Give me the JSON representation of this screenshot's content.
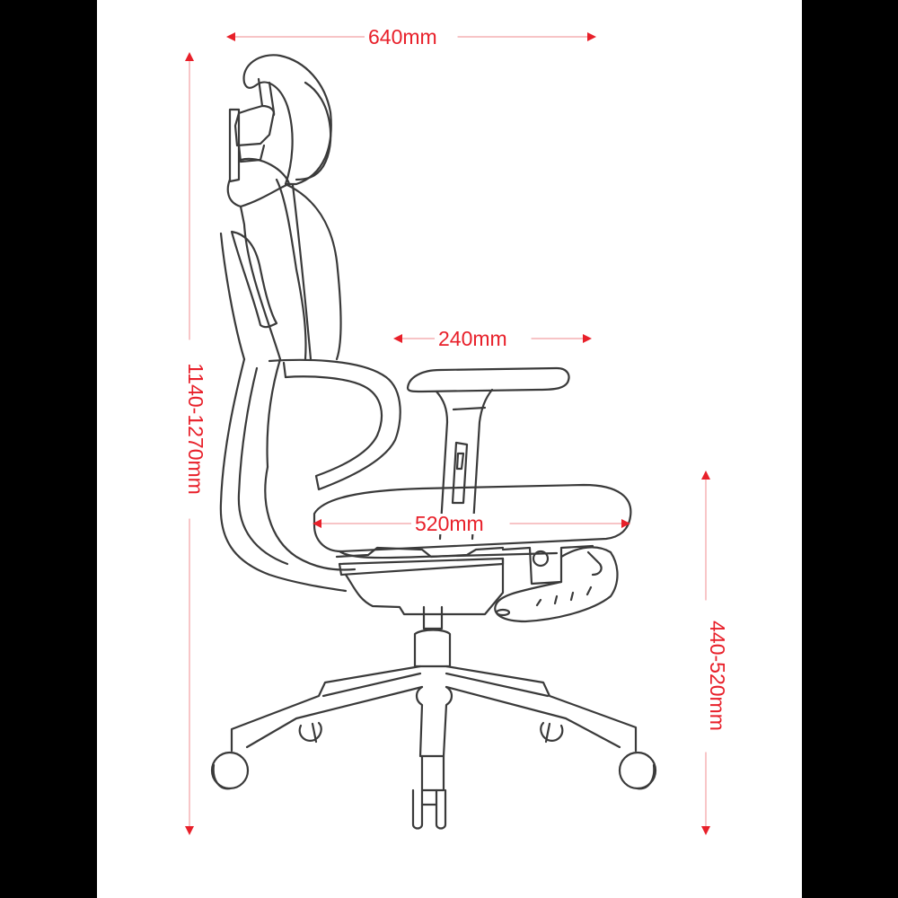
{
  "diagram": {
    "subject": "office chair side view",
    "line_color": "#3a3a3a",
    "dimension_color": "#e8202a",
    "frame_color": "#000000",
    "background_color": "#ffffff"
  },
  "dimensions": {
    "overall_width": {
      "label": "640mm",
      "orientation": "horizontal"
    },
    "overall_height": {
      "label": "1140-1270mm",
      "orientation": "vertical"
    },
    "armrest_width": {
      "label": "240mm",
      "orientation": "horizontal"
    },
    "seat_depth": {
      "label": "520mm",
      "orientation": "horizontal"
    },
    "seat_height": {
      "label": "440-520mm",
      "orientation": "vertical"
    }
  }
}
